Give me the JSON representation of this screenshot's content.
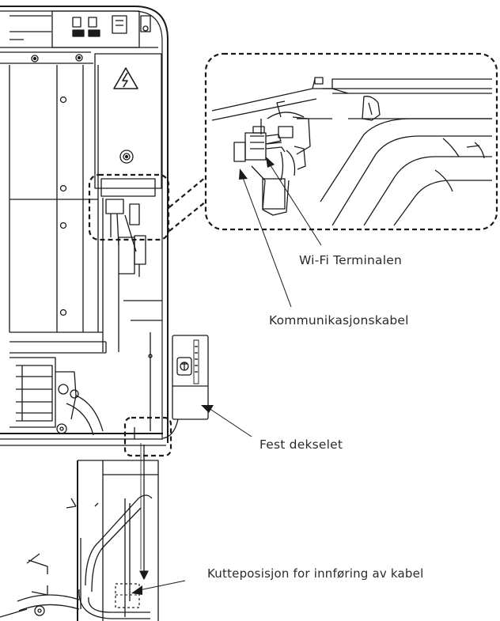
{
  "callouts": {
    "wifi_terminal": "Wi-Fi Terminalen",
    "communication_cable": "Kommunikasjonskabel",
    "fasten_cover": "Fest dekselet",
    "cut_position": "Kutteposisjon for innføring av kabel"
  },
  "colors": {
    "line": "#1a1a1a",
    "text": "#2a2a2a",
    "background": "#ffffff"
  },
  "icons": [
    "electric-hazard-icon"
  ]
}
